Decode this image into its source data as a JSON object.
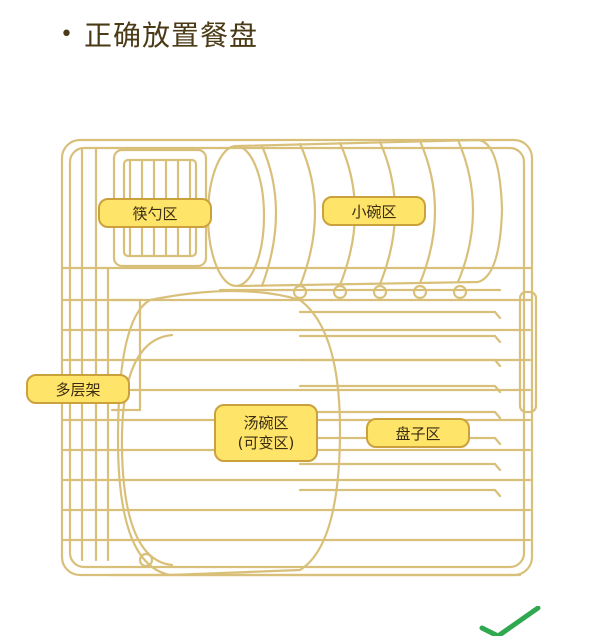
{
  "heading": {
    "bullet": "•",
    "title": "正确放置餐盘"
  },
  "zones": {
    "chopsticks": "筷勺区",
    "small_bowls": "小碗区",
    "multi_rack": "多层架",
    "soup_bowls_line1": "汤碗区",
    "soup_bowls_line2": "(可变区)",
    "plates": "盘子区"
  },
  "colors": {
    "line": "#d9c07a",
    "label_fill": "#ffe46a",
    "label_border": "#caa13c",
    "check": "#2fa84f"
  },
  "icons": {
    "check": "check-icon"
  }
}
